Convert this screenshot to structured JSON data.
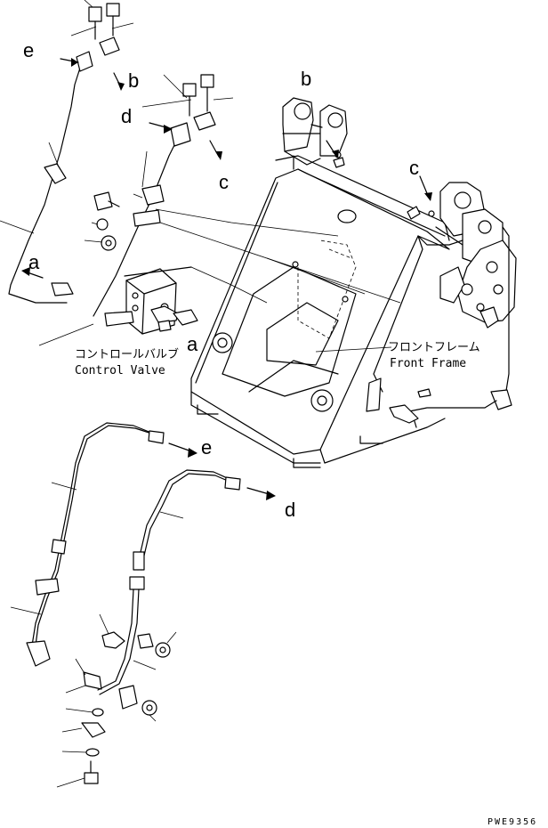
{
  "labels": {
    "a": "a",
    "b": "b",
    "c": "c",
    "d": "d",
    "e": "e"
  },
  "control_valve": {
    "jp": "コントロールバルブ",
    "en": "Control Valve"
  },
  "front_frame": {
    "jp": "フロントフレーム",
    "en": "Front Frame"
  },
  "drawing_code": "PWE9356"
}
